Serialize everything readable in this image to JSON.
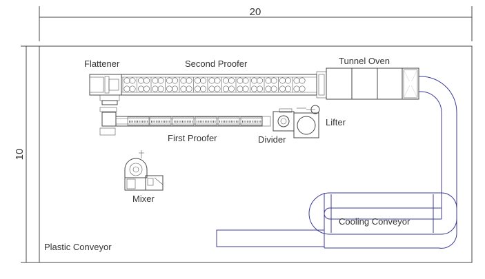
{
  "dimensions": {
    "width": "20",
    "height": "10"
  },
  "labels": {
    "flattener": "Flattener",
    "second_proofer": "Second Proofer",
    "tunnel_oven": "Tunnel Oven",
    "first_proofer": "First Proofer",
    "divider": "Divider",
    "lifter": "Lifter",
    "mixer": "Mixer",
    "cooling_conveyor": "Cooling Conveyor",
    "plastic_conveyor": "Plastic Conveyor"
  },
  "colors": {
    "line": "#444444",
    "conveyor": "#3b3b9a",
    "text": "#333333"
  }
}
